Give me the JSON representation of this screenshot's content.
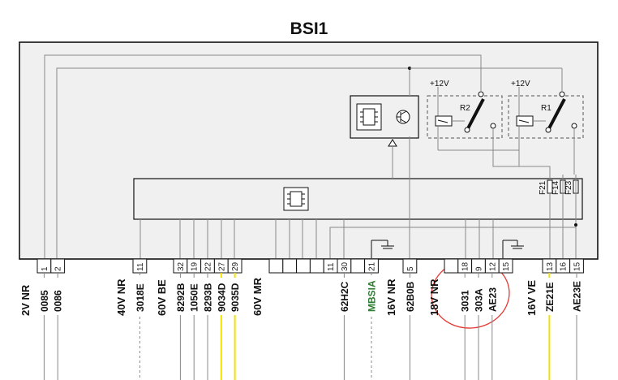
{
  "title": "BSI1",
  "colors": {
    "wire": "#888888",
    "wire_yellow": "#f2e200",
    "label_green": "#2e7d32",
    "annotation_red": "#e53935",
    "box_fill": "#f0f0f0",
    "box_stroke": "#111111"
  },
  "relays": [
    {
      "supply": "+12V",
      "name": "R2"
    },
    {
      "supply": "+12V",
      "name": "R1"
    }
  ],
  "fuses": [
    "F21",
    "F14",
    "F23"
  ],
  "connectors": [
    {
      "label": "2V NR",
      "pins": [
        {
          "pin": "1",
          "wire": "0085",
          "style": "gray"
        },
        {
          "pin": "2",
          "wire": "0086",
          "style": "gray"
        }
      ]
    },
    {
      "label": "40V NR",
      "pins": [
        {
          "pin": "11",
          "wire": "3018E",
          "style": "dashed"
        }
      ]
    },
    {
      "label": "60V BE",
      "pins": [
        {
          "pin": "32",
          "wire": "8292B",
          "style": "gray"
        },
        {
          "pin": "19",
          "wire": "1050E",
          "style": "gray"
        },
        {
          "pin": "22",
          "wire": "8293B",
          "style": "gray"
        },
        {
          "pin": "27",
          "wire": "9034D",
          "style": "yellow"
        },
        {
          "pin": "29",
          "wire": "9035D",
          "style": "yellow"
        }
      ]
    },
    {
      "label": "60V MR",
      "pins": [
        {
          "pin": "",
          "wire": "",
          "style": "none"
        },
        {
          "pin": "",
          "wire": "",
          "style": "none"
        },
        {
          "pin": "",
          "wire": "",
          "style": "none"
        },
        {
          "pin": "",
          "wire": "",
          "style": "none"
        },
        {
          "pin": "11",
          "wire": "",
          "style": "none"
        },
        {
          "pin": "30",
          "wire": "62H2C",
          "style": "gray"
        },
        {
          "pin": "",
          "wire": "",
          "style": "none"
        },
        {
          "pin": "21",
          "wire": "MBSIA",
          "style": "green-dashed"
        }
      ]
    },
    {
      "label": "16V NR",
      "pins": [
        {
          "pin": "5",
          "wire": "62B0B",
          "style": "gray"
        }
      ]
    },
    {
      "label": "18V NR",
      "pins": [
        {
          "pin": "",
          "wire": "",
          "style": "none"
        },
        {
          "pin": "18",
          "wire": "3031",
          "style": "gray"
        },
        {
          "pin": "9",
          "wire": "303A",
          "style": "gray"
        },
        {
          "pin": "12",
          "wire": "AE23",
          "style": "gray"
        },
        {
          "pin": "15",
          "wire": "",
          "style": "none"
        }
      ]
    },
    {
      "label": "16V VE",
      "pins": [
        {
          "pin": "13",
          "wire": "ZE21E",
          "style": "yellow"
        },
        {
          "pin": "16",
          "wire": "",
          "style": "none"
        },
        {
          "pin": "15",
          "wire": "AE23E",
          "style": "gray"
        }
      ]
    }
  ]
}
